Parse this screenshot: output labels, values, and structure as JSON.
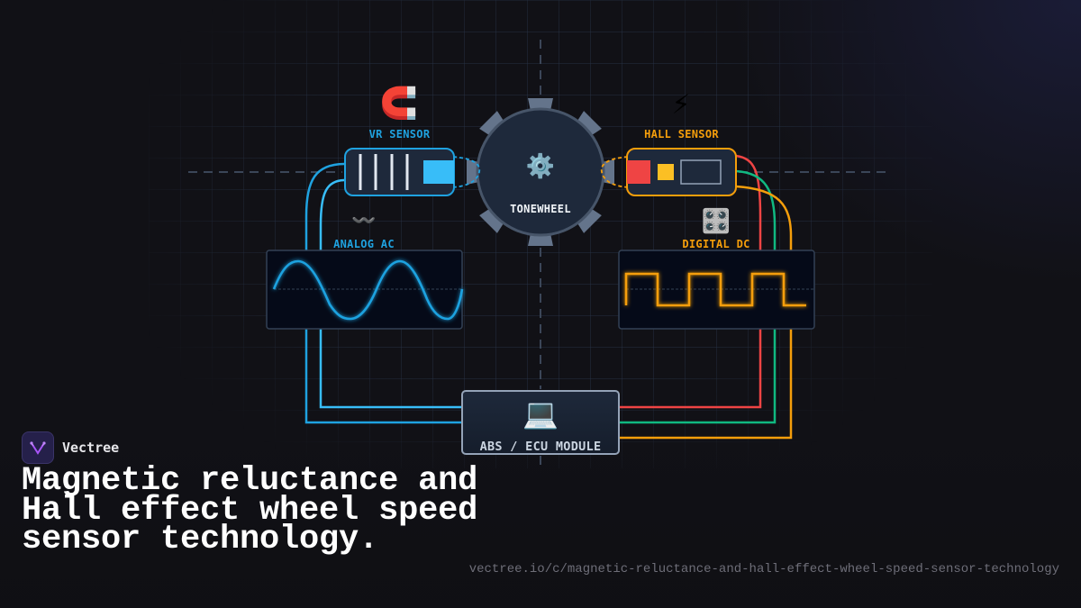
{
  "diagram": {
    "nodes": {
      "vr_sensor": {
        "label": "VR SENSOR",
        "icon": "magnet-icon",
        "emoji": "🧲",
        "color": "#1fa2e0"
      },
      "hall_sensor": {
        "label": "HALL SENSOR",
        "icon": "lightning-icon",
        "emoji": "⚡",
        "color": "#f59e0b"
      },
      "tonewheel": {
        "label": "TONEWHEEL",
        "icon": "gear-icon",
        "emoji": "⚙️"
      },
      "analog_ac": {
        "label": "ANALOG AC",
        "icon": "wavy-dash-icon",
        "emoji": "〰️",
        "color": "#1fa2e0",
        "waveform": "sine"
      },
      "digital_dc": {
        "label": "DIGITAL DC",
        "icon": "control-knobs-icon",
        "emoji": "🎛️",
        "color": "#f59e0b",
        "waveform": "square"
      },
      "ecu": {
        "label": "ABS / ECU MODULE",
        "icon": "laptop-icon",
        "emoji": "💻"
      }
    },
    "wires": {
      "vr": [
        "#1fa2e0",
        "#38bdf8"
      ],
      "hall": [
        "#ef4444",
        "#10b981",
        "#f59e0b"
      ]
    }
  },
  "brand": {
    "name": "Vectree",
    "logo": "vectree-logo-icon",
    "logo_color": "#a855f7"
  },
  "title": "Magnetic reluctance and Hall effect wheel speed sensor technology.",
  "url": "vectree.io/c/magnetic-reluctance-and-hall-effect-wheel-speed-sensor-technology"
}
